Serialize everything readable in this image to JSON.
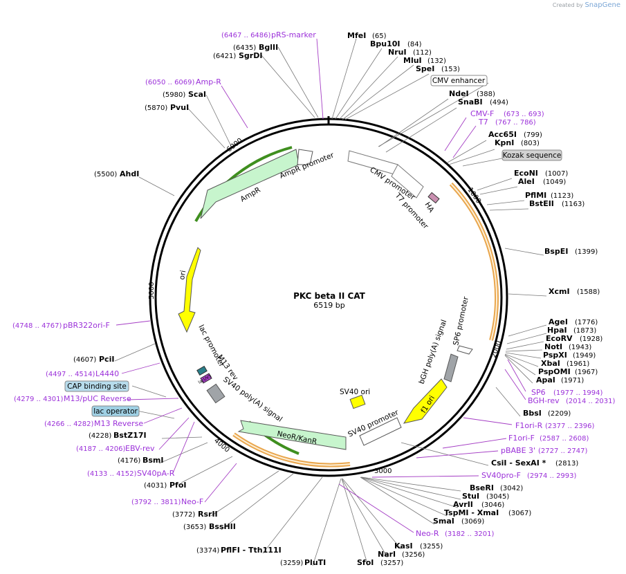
{
  "credit": {
    "prefix": "Created by",
    "brand": "SnapGene"
  },
  "plasmid": {
    "name": "PKC beta II CAT",
    "size": "6519 bp"
  },
  "ticks": [
    "1000",
    "2000",
    "3000",
    "4000",
    "5000",
    "6000"
  ],
  "enzymes": [
    {
      "name": "MfeI",
      "pos": "(65)"
    },
    {
      "name": "Bpu10I",
      "pos": "(84)"
    },
    {
      "name": "NruI",
      "pos": "(112)"
    },
    {
      "name": "MluI",
      "pos": "(132)"
    },
    {
      "name": "SpeI",
      "pos": "(153)"
    },
    {
      "name": "NdeI",
      "pos": "(388)"
    },
    {
      "name": "SnaBI",
      "pos": "(494)"
    },
    {
      "name": "Acc65I",
      "pos": "(799)"
    },
    {
      "name": "KpnI",
      "pos": "(803)"
    },
    {
      "name": "EcoNI",
      "pos": "(1007)"
    },
    {
      "name": "AleI",
      "pos": "(1049)"
    },
    {
      "name": "PflMI",
      "pos": "(1123)"
    },
    {
      "name": "BstEII",
      "pos": "(1163)"
    },
    {
      "name": "BspEI",
      "pos": "(1399)"
    },
    {
      "name": "XcmI",
      "pos": "(1588)"
    },
    {
      "name": "AgeI",
      "pos": "(1776)"
    },
    {
      "name": "HpaI",
      "pos": "(1873)"
    },
    {
      "name": "EcoRV",
      "pos": "(1928)"
    },
    {
      "name": "NotI",
      "pos": "(1943)"
    },
    {
      "name": "PspXI",
      "pos": "(1949)"
    },
    {
      "name": "XbaI",
      "pos": "(1961)"
    },
    {
      "name": "PspOMI",
      "pos": "(1967)"
    },
    {
      "name": "ApaI",
      "pos": "(1971)"
    },
    {
      "name": "BbsI",
      "pos": "(2209)"
    },
    {
      "name": "CsiI - SexAI *",
      "pos": "(2813)"
    },
    {
      "name": "BseRI",
      "pos": "(3042)"
    },
    {
      "name": "StuI",
      "pos": "(3045)"
    },
    {
      "name": "AvrII",
      "pos": "(3046)"
    },
    {
      "name": "TspMI - XmaI",
      "pos": "(3067)"
    },
    {
      "name": "SmaI",
      "pos": "(3069)"
    },
    {
      "name": "KasI",
      "pos": "(3255)"
    },
    {
      "name": "NarI",
      "pos": "(3256)"
    },
    {
      "name": "SfoI",
      "pos": "(3257)"
    },
    {
      "name": "PluTI",
      "pos": "(3259)"
    },
    {
      "name": "PflFI - Tth111I",
      "pos": "(3374)"
    },
    {
      "name": "BssHII",
      "pos": "(3653)"
    },
    {
      "name": "RsrII",
      "pos": "(3772)"
    },
    {
      "name": "PfoI",
      "pos": "(4031)"
    },
    {
      "name": "BsmI",
      "pos": "(4176)"
    },
    {
      "name": "BstZ17I",
      "pos": "(4228)"
    },
    {
      "name": "PciI",
      "pos": "(4607)"
    },
    {
      "name": "AhdI",
      "pos": "(5500)"
    },
    {
      "name": "PvuI",
      "pos": "(5870)"
    },
    {
      "name": "ScaI",
      "pos": "(5980)"
    },
    {
      "name": "SgrDI",
      "pos": "(6421)"
    },
    {
      "name": "BglII",
      "pos": "(6435)"
    }
  ],
  "primers": [
    {
      "name": "pRS-marker",
      "range": "(6467 .. 6486)"
    },
    {
      "name": "Amp-R",
      "range": "(6050 .. 6069)"
    },
    {
      "name": "CMV-F",
      "range": "(673 .. 693)"
    },
    {
      "name": "T7",
      "range": "(767 .. 786)"
    },
    {
      "name": "pBR322ori-F",
      "range": "(4748 .. 4767)"
    },
    {
      "name": "L4440",
      "range": "(4497 .. 4514)"
    },
    {
      "name": "M13/pUC Reverse",
      "range": "(4279 .. 4301)"
    },
    {
      "name": "M13 Reverse",
      "range": "(4266 .. 4282)"
    },
    {
      "name": "EBV-rev",
      "range": "(4187 .. 4206)"
    },
    {
      "name": "SV40pA-R",
      "range": "(4133 .. 4152)"
    },
    {
      "name": "Neo-F",
      "range": "(3792 .. 3811)"
    },
    {
      "name": "SP6",
      "range": "(1977 .. 1994)"
    },
    {
      "name": "BGH-rev",
      "range": "(2014 .. 2031)"
    },
    {
      "name": "F1ori-R",
      "range": "(2377 .. 2396)"
    },
    {
      "name": "F1ori-F",
      "range": "(2587 .. 2608)"
    },
    {
      "name": "pBABE 3'",
      "range": "(2727 .. 2747)"
    },
    {
      "name": "SV40pro-F",
      "range": "(2974 .. 2993)"
    },
    {
      "name": "Neo-R",
      "range": "(3182 .. 3201)"
    }
  ],
  "boxed_features": [
    "CMV enhancer",
    "Kozak sequence",
    "CAP binding site",
    "lac operator"
  ],
  "features": {
    "cmv_promoter": "CMV promoter",
    "t7_promoter": "T7 promoter",
    "ha": "HA",
    "ampr_promoter": "AmpR promoter",
    "ampr": "AmpR",
    "ori": "ori",
    "lac_promoter": "lac promoter",
    "m13_rev": "M13 rev",
    "sv40_polya": "SV40 poly(A) signal",
    "neor": "NeoR/KanR",
    "sv40_promoter": "SV40 promoter",
    "sv40_ori": "SV40 ori",
    "f1_ori": "f1 ori",
    "bgh_polya": "bGH poly(A) signal",
    "sp6_promoter": "SP6 promoter",
    "lacuv5": "lacUV5"
  }
}
